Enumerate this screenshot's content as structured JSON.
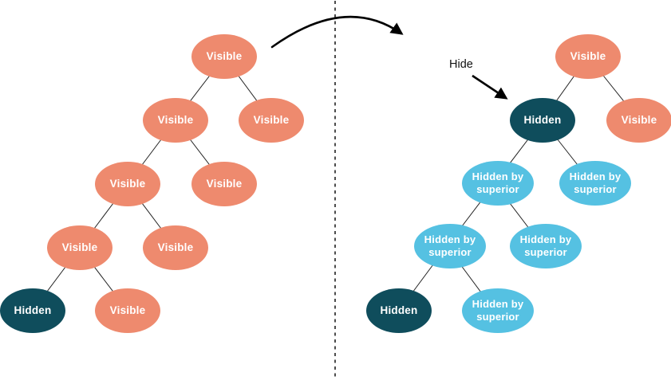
{
  "colors": {
    "visible": "#EE8A6E",
    "hidden": "#0F4D5C",
    "hidden_by_superior": "#55C1E2",
    "background": "#FFFFFF",
    "edge": "#222222",
    "arrow": "#000000"
  },
  "annotations": {
    "hide_label": "Hide"
  },
  "left_tree": {
    "nodes": [
      {
        "label": "Visible",
        "state": "visible"
      },
      {
        "label": "Visible",
        "state": "visible"
      },
      {
        "label": "Visible",
        "state": "visible"
      },
      {
        "label": "Visible",
        "state": "visible"
      },
      {
        "label": "Visible",
        "state": "visible"
      },
      {
        "label": "Visible",
        "state": "visible"
      },
      {
        "label": "Visible",
        "state": "visible"
      },
      {
        "label": "Hidden",
        "state": "hidden"
      },
      {
        "label": "Visible",
        "state": "visible"
      }
    ]
  },
  "right_tree": {
    "nodes": [
      {
        "label": "Visible",
        "state": "visible"
      },
      {
        "label": "Hidden",
        "state": "hidden"
      },
      {
        "label": "Visible",
        "state": "visible"
      },
      {
        "label": "Hidden by superior",
        "state": "hidden_by_superior"
      },
      {
        "label": "Hidden by superior",
        "state": "hidden_by_superior"
      },
      {
        "label": "Hidden by superior",
        "state": "hidden_by_superior"
      },
      {
        "label": "Hidden by superior",
        "state": "hidden_by_superior"
      },
      {
        "label": "Hidden",
        "state": "hidden"
      },
      {
        "label": "Hidden by superior",
        "state": "hidden_by_superior"
      }
    ]
  }
}
